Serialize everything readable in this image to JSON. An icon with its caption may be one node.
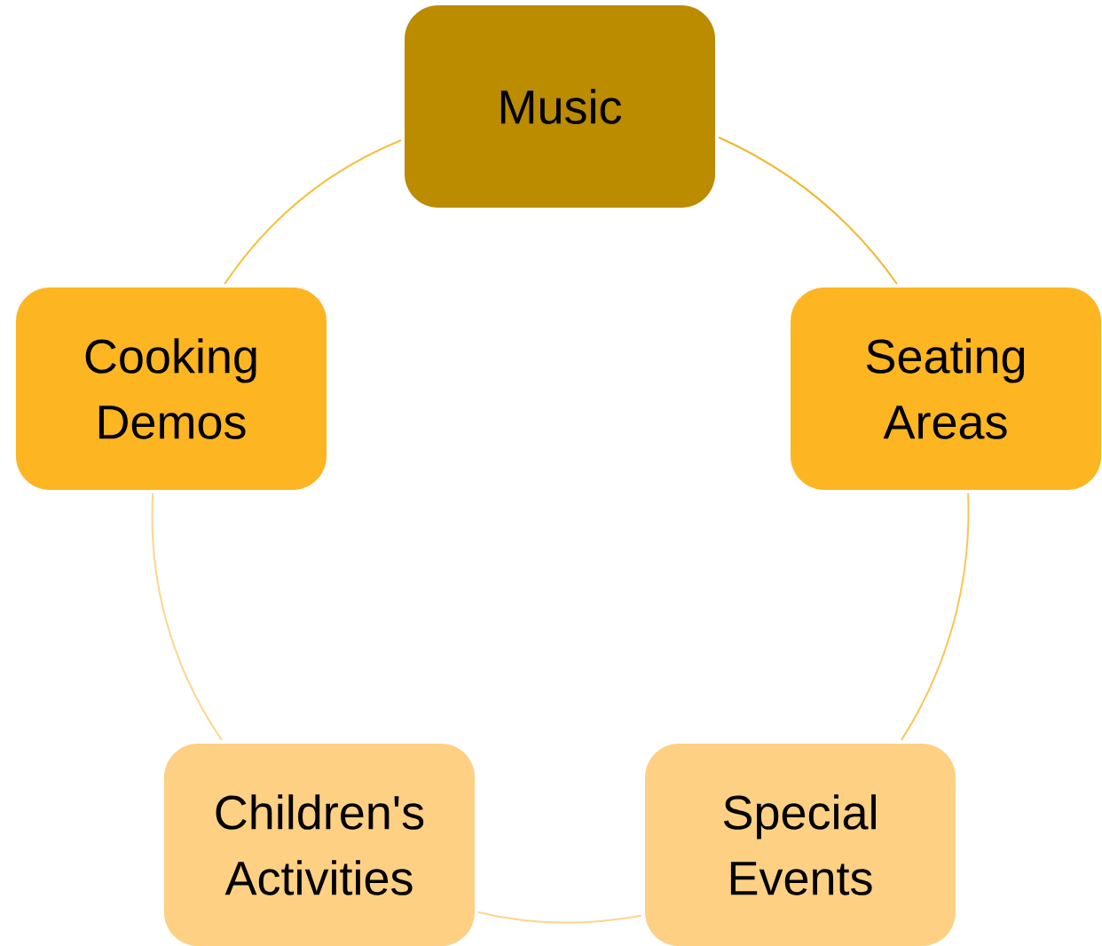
{
  "diagram": {
    "nodes": [
      {
        "text": [
          "Music"
        ]
      },
      {
        "text": [
          "Cooking Demos"
        ]
      },
      {
        "text": [
          "Seating Areas"
        ]
      },
      {
        "text": [
          "Children's Activities"
        ]
      },
      {
        "text": [
          "Special Events"
        ]
      }
    ],
    "edges": [
      {
        "from": 0,
        "to": 2,
        "arrow": "none",
        "color": "#f0b92a"
      },
      {
        "from": 2,
        "to": 4,
        "arrow": "none",
        "color": "#f9c553"
      },
      {
        "from": 4,
        "to": 3,
        "arrow": "none",
        "color": "#fdd58a"
      },
      {
        "from": 3,
        "to": 1,
        "arrow": "none",
        "color": "#fdd58a"
      },
      {
        "from": 1,
        "to": 0,
        "arrow": "none",
        "color": "#f5c040"
      }
    ]
  }
}
